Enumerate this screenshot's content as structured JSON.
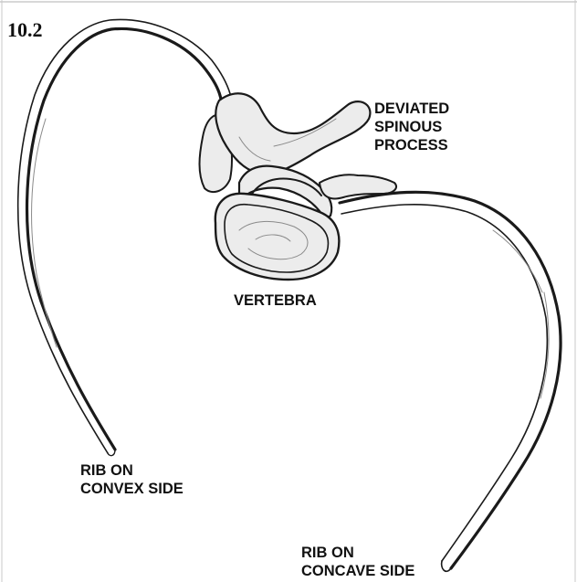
{
  "figure": {
    "number": "10.2",
    "labels": {
      "deviated_line1": "DEVIATED",
      "deviated_line2": "SPINOUS",
      "deviated_line3": "PROCESS",
      "vertebra": "VERTEBRA",
      "convex_line1": "RIB ON",
      "convex_line2": "CONVEX SIDE",
      "concave_line1": "RIB ON",
      "concave_line2": "CONCAVE SIDE"
    }
  }
}
